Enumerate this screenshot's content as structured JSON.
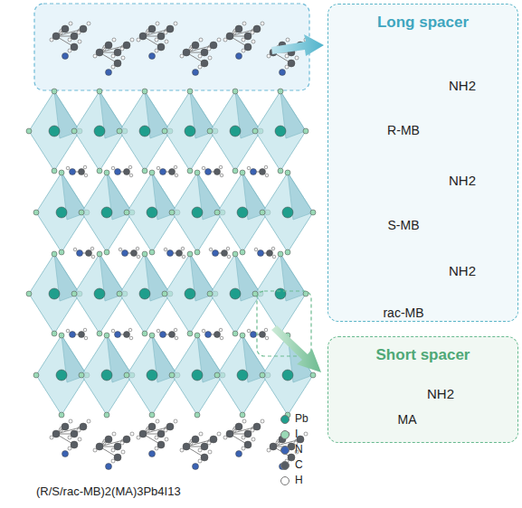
{
  "diagram": {
    "caption": "(R/S/rac-MB)2(MA)3Pb4I13",
    "nodes": [
      {
        "text": [
          "Long spacer"
        ]
      },
      {
        "text": [
          "Short spacer"
        ]
      }
    ],
    "labels": [
      "NH2",
      "R-MB",
      "NH2",
      "S-MB",
      "NH2",
      "rac-MB",
      "NH2",
      "MA"
    ],
    "legend": [
      {
        "text": "Pb",
        "color": "#1f9e8c"
      },
      {
        "text": "I",
        "color": "#9ad9b6"
      },
      {
        "text": "N",
        "color": "#3a62b3"
      },
      {
        "text": "C",
        "color": "#585d63"
      },
      {
        "text": "H",
        "color": "#ffffff"
      }
    ]
  }
}
